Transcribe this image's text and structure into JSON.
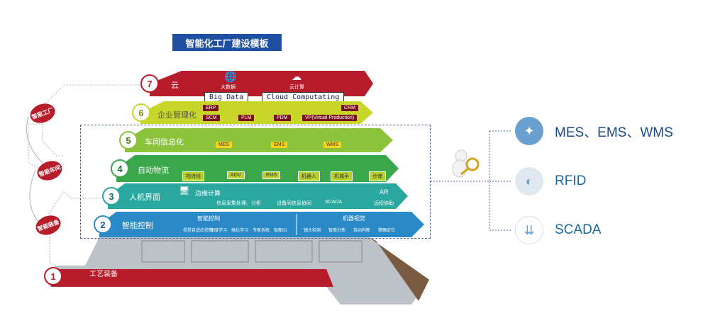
{
  "title": "智能化工厂建设模板",
  "layers": [
    {
      "num": "7",
      "label": "云",
      "items": [
        "大数据",
        "云计算"
      ],
      "boxes": [
        "Big Data",
        "Cloud Computating"
      ],
      "color": "#b71c2a"
    },
    {
      "num": "6",
      "label": "企业管理化",
      "tags": [
        "ERP",
        "SCM",
        "PLM",
        "PDM",
        "CRM",
        "VP(Virtual Production)"
      ],
      "color": "#c8d62a"
    },
    {
      "num": "5",
      "label": "车间信息化",
      "tags": [
        "MES",
        "EMS",
        "WMS"
      ],
      "color": "#8bc43a"
    },
    {
      "num": "4",
      "label": "自动物流",
      "tags": [
        "物流线",
        "AGV",
        "EMS",
        "机器人",
        "机械手",
        "仓储"
      ],
      "color": "#3aa84a"
    },
    {
      "num": "3",
      "label": "人机界面",
      "sub": "边缘计算",
      "items": [
        "信息采集处理、分析",
        "设备间信息协同",
        "SCADA",
        "AR",
        "远程协助"
      ],
      "color": "#2aa8a0"
    },
    {
      "num": "2",
      "label": "智能控制",
      "sub1": "智能控制",
      "sub2": "机器视觉",
      "items": [
        "视觉自适应控制",
        "深度学习",
        "强化学习",
        "专家系统",
        "智能IO",
        "镜头检测",
        "智能分拣",
        "自动判断",
        "精确定位"
      ],
      "color": "#2a8ac8"
    },
    {
      "num": "1",
      "label": "工艺装备",
      "color": "#b71c2a"
    }
  ],
  "side_badges": [
    "智能工厂",
    "智能车间",
    "智能装备"
  ],
  "right_items": [
    {
      "label": "MES、EMS、WMS",
      "icon": "app-store-icon"
    },
    {
      "label": "RFID",
      "icon": "rfid-icon"
    },
    {
      "label": "SCADA",
      "icon": "scada-icon"
    }
  ]
}
